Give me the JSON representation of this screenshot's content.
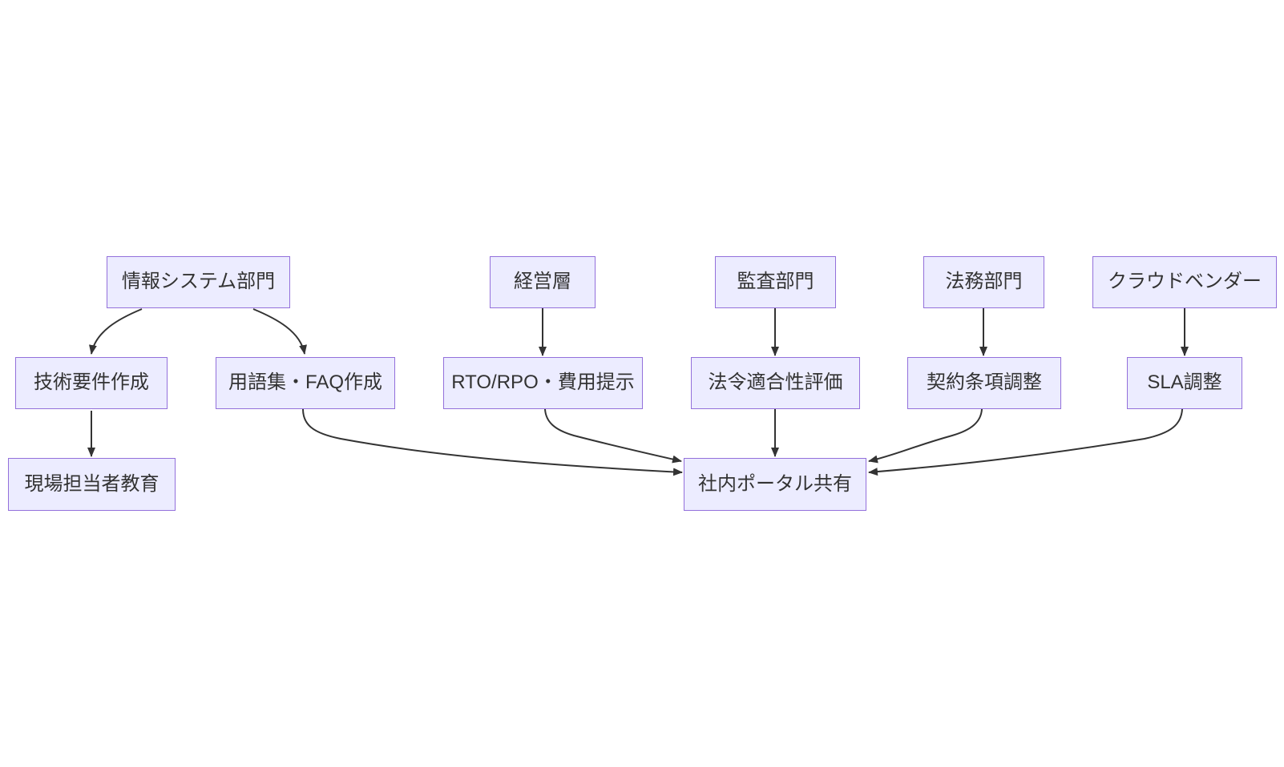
{
  "diagram": {
    "type": "flowchart",
    "direction": "top-down",
    "colors": {
      "node_fill": "#ECECFF",
      "node_border": "#9370DB",
      "edge": "#333333",
      "text": "#333333",
      "background": "#FFFFFF"
    },
    "nodes": {
      "info_systems_dept": {
        "label": "情報システム部門"
      },
      "management": {
        "label": "経営層"
      },
      "audit_dept": {
        "label": "監査部門"
      },
      "legal_dept": {
        "label": "法務部門"
      },
      "cloud_vendor": {
        "label": "クラウドベンダー"
      },
      "tech_requirements": {
        "label": "技術要件作成"
      },
      "glossary_faq": {
        "label": "用語集・FAQ作成"
      },
      "rto_rpo_cost": {
        "label": "RTO/RPO・費用提示"
      },
      "compliance_eval": {
        "label": "法令適合性評価"
      },
      "contract_terms": {
        "label": "契約条項調整"
      },
      "sla_adjust": {
        "label": "SLA調整"
      },
      "field_staff_training": {
        "label": "現場担当者教育"
      },
      "internal_portal": {
        "label": "社内ポータル共有"
      }
    },
    "edges": [
      {
        "from": "info_systems_dept",
        "to": "tech_requirements"
      },
      {
        "from": "info_systems_dept",
        "to": "glossary_faq"
      },
      {
        "from": "tech_requirements",
        "to": "field_staff_training"
      },
      {
        "from": "glossary_faq",
        "to": "internal_portal"
      },
      {
        "from": "management",
        "to": "rto_rpo_cost"
      },
      {
        "from": "rto_rpo_cost",
        "to": "internal_portal"
      },
      {
        "from": "audit_dept",
        "to": "compliance_eval"
      },
      {
        "from": "compliance_eval",
        "to": "internal_portal"
      },
      {
        "from": "legal_dept",
        "to": "contract_terms"
      },
      {
        "from": "contract_terms",
        "to": "internal_portal"
      },
      {
        "from": "cloud_vendor",
        "to": "sla_adjust"
      },
      {
        "from": "sla_adjust",
        "to": "internal_portal"
      }
    ]
  }
}
